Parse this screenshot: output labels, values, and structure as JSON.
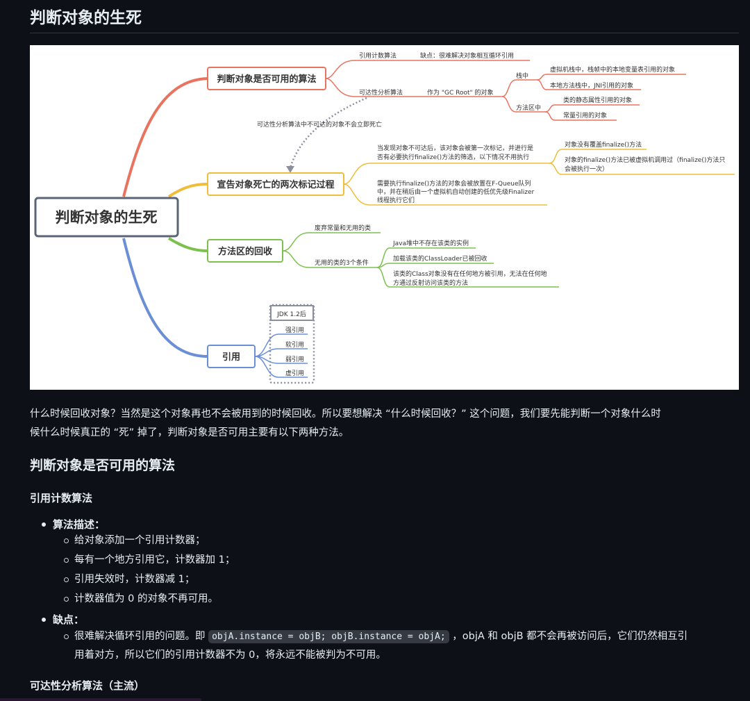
{
  "page": {
    "title": "判断对象的生死"
  },
  "mindmap": {
    "root": "判断对象的生死",
    "b1": {
      "title": "判断对象是否可用的算法",
      "refcount": "引用计数算法",
      "refcount_note": "缺点：很难解决对象相互循环引用",
      "reach": "可达性分析算法",
      "gcroot": "作为 \"GC Root\" 的对象",
      "stack": "栈中",
      "stack1": "虚拟机栈中，栈帧中的本地变量表引用的对象",
      "stack2": "本地方法栈中，JNI引用的对象",
      "method": "方法区中",
      "method1": "类的静态属性引用的对象",
      "method2": "常量引用的对象"
    },
    "arrow_note": "可达性分析算法中不可达的对象不会立即死亡",
    "b2": {
      "title": "宣告对象死亡的两次标记过程",
      "n1_l1": "当发现对象不可达后，该对象会被第一次标记，并进行是",
      "n1_l2": "否有必要执行finalize()方法的筛选，以下情况不用执行",
      "c1": "对象没有覆盖finalize()方法",
      "c2_l1": "对象的finalize()方法已被虚拟机调用过（finalize()方法只",
      "c2_l2": "会被执行一次）",
      "n2_l1": "需要执行finalize()方法的对象会被放置在F-Queue队列",
      "n2_l2": "中，并在稍后由一个虚拟机自动创建的低优先级Finalizer",
      "n2_l3": "线程执行它们"
    },
    "b3": {
      "title": "方法区的回收",
      "s1": "废弃常量和无用的类",
      "s2": "无用的类的3个条件",
      "c1": "Java堆中不存在该类的实例",
      "c2": "加载该类的ClassLoader已被回收",
      "c3_l1": "该类的Class对象没有在任何地方被引用，无法在任何地",
      "c3_l2": "方通过反射访问该类的方法"
    },
    "b4": {
      "title": "引用",
      "boundary": "JDK 1.2后",
      "r1": "强引用",
      "r2": "软引用",
      "r3": "弱引用",
      "r4": "虚引用"
    },
    "colors": {
      "red": "#e8735f",
      "yellow": "#f0bd3a",
      "green": "#7cc04e",
      "blue": "#6b8fd6"
    }
  },
  "content": {
    "para_l1": "什么时候回收对象？当然是这个对象再也不会被用到的时候回收。所以要想解决 “什么时候回收？” 这个问题，我们要先能判断一个对象什么时",
    "para_l2": "候什么时候真正的 “死” 掉了，判断对象是否可用主要有以下两种方法。",
    "h2": "判断对象是否可用的算法",
    "h3_refcount": "引用计数算法",
    "desc_label": "算法描述：",
    "desc_items": [
      "给对象添加一个引用计数器；",
      "每有一个地方引用它，计数器加 1；",
      "引用失效时，计数器减 1；",
      "计数器值为 0 的对象不再可用。"
    ],
    "cons_label": "缺点：",
    "cons_pre": "很难解决循环引用的问题。即",
    "cons_code": "objA.instance = objB; objB.instance = objA;",
    "cons_post": "，objA 和 objB 都不会再被访问后，它们仍然相互引",
    "cons_l2": "用着对方，所以它们的引用计数器不为 0，将永远不能被判为不可用。",
    "h3_reach": "可达性分析算法（主流）"
  }
}
